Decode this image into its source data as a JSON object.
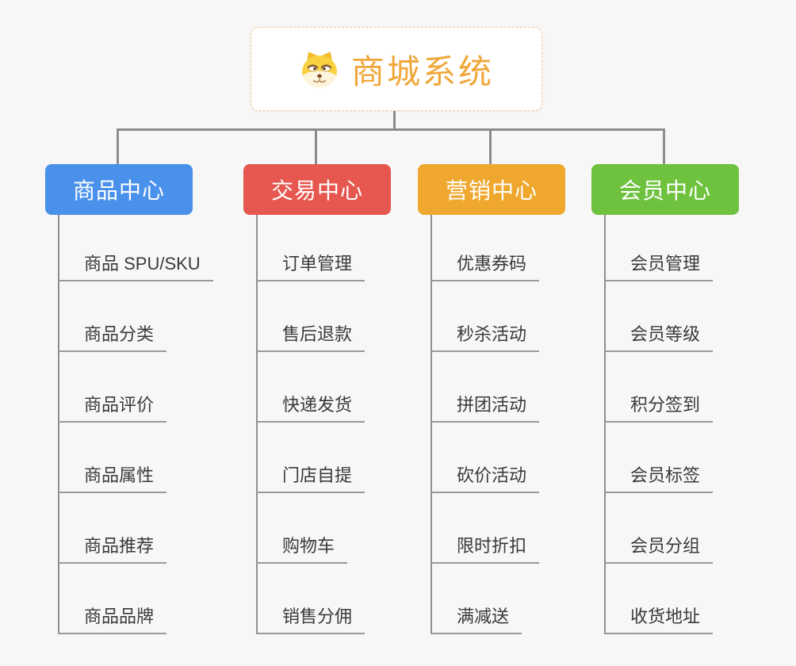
{
  "root": {
    "title": "商城系统",
    "accent_color": "#F0A73A",
    "border_color": "#F0C98C",
    "icon": "doge-icon"
  },
  "palette": {
    "background": "#F7F7F7",
    "connector": "#8C8C8C",
    "leaf_underline": "#999999",
    "leaf_text": "#3A3A3A"
  },
  "branches": [
    {
      "label": "商品中心",
      "color": "#4A91EC",
      "children": [
        "商品 SPU/SKU",
        "商品分类",
        "商品评价",
        "商品属性",
        "商品推荐",
        "商品品牌"
      ]
    },
    {
      "label": "交易中心",
      "color": "#E5574F",
      "children": [
        "订单管理",
        "售后退款",
        "快递发货",
        "门店自提",
        "购物车",
        "销售分佣"
      ]
    },
    {
      "label": "营销中心",
      "color": "#EFA72E",
      "children": [
        "优惠券码",
        "秒杀活动",
        "拼团活动",
        "砍价活动",
        "限时折扣",
        "满减送"
      ]
    },
    {
      "label": "会员中心",
      "color": "#6FC23E",
      "children": [
        "会员管理",
        "会员等级",
        "积分签到",
        "会员标签",
        "会员分组",
        "收货地址"
      ]
    }
  ]
}
